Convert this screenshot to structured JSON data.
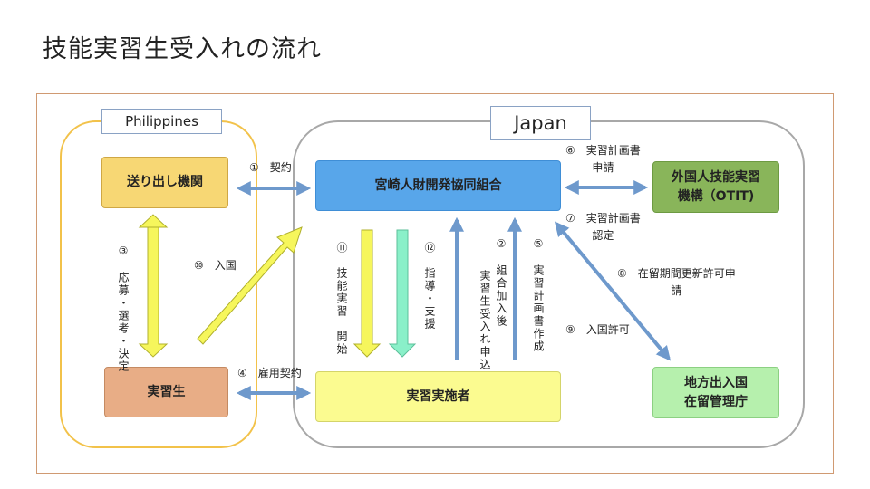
{
  "title": "技能実習生受入れの流れ",
  "regions": {
    "philippines": "Philippines",
    "japan": "Japan"
  },
  "boxes": {
    "sender": "送り出し機関",
    "trainee": "実習生",
    "coop": "宮崎人財開発協同組合",
    "otit_line1": "外国人技能実習",
    "otit_line2": "機構（OTIT)",
    "company": "実習実施者",
    "bureau_line1": "地方出入国",
    "bureau_line2": "在留管理庁"
  },
  "labels": {
    "s1": "①　契約",
    "s2_col1": "②　組合加入後",
    "s2_col2": "実習生受入れ申込",
    "s3": "③　応募・選考・決定",
    "s4": "④　雇用契約",
    "s5": "⑤　実習計画書作成",
    "s6_line1": "⑥　実習計画書",
    "s6_line2": "申請",
    "s7_line1": "⑦　実習計画書",
    "s7_line2": "認定",
    "s8_line1": "⑧　在留期間更新許可申",
    "s8_line2": "請",
    "s9": "⑨　入国許可",
    "s10": "⑩　入国",
    "s11": "⑪　技能実習　開始",
    "s12": "⑫　指導・支援"
  },
  "colors": {
    "arrow_blue": "#6e99cc",
    "arrow_yellow": "#f6f65c",
    "arrow_mint": "#8af0c9",
    "region_philippines": "#f2c24a",
    "region_japan": "#a8a8a8"
  }
}
